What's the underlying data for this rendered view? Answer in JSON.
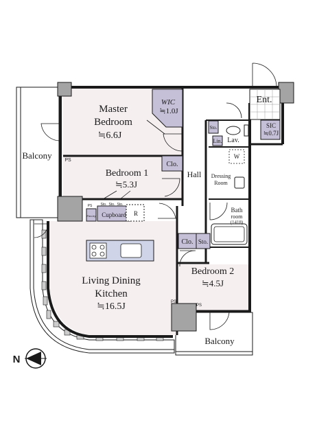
{
  "plan": {
    "rooms": {
      "master": {
        "name_line1": "Master",
        "name_line2": "Bedroom",
        "size": "≒6.6J"
      },
      "bed1": {
        "name": "Bedroom 1",
        "size": "≒5.3J"
      },
      "bed2": {
        "name": "Bedroom 2",
        "size": "≒4.5J"
      },
      "ldk": {
        "name_line1": "Living Dining",
        "name_line2": "Kitchen",
        "size": "≒16.5J"
      },
      "wic": {
        "name": "WIC",
        "size": "≒1.0J"
      },
      "sic": {
        "name": "SIC",
        "size": "≒0.7J"
      },
      "ent": {
        "name": "Ent."
      },
      "hall": {
        "name": "Hall"
      },
      "lav": {
        "name": "Lav."
      },
      "dressing": {
        "line1": "Dressing",
        "line2": "Room"
      },
      "bath": {
        "line1": "Bath",
        "line2": "room",
        "line3": "(1418)"
      },
      "balcony_west": {
        "name": "Balcony"
      },
      "balcony_south": {
        "name": "Balcony"
      }
    },
    "labels": {
      "clo1": "Clo.",
      "clo2": "Clo.",
      "sto1": "Sto.",
      "sto2": "Sto.",
      "sto_a": "Sto.",
      "sto_b": "Sto.",
      "sto_c": "Sto.",
      "lin": "Lin.",
      "ps1": "PS",
      "ps2": "PS",
      "ps3": "PS",
      "ps4": "PS",
      "pantry": "Pan-try",
      "cupboard": "Cupboard",
      "r": "R",
      "w": "W"
    },
    "compass": {
      "letter": "N"
    },
    "colors": {
      "room_fill": "#f5eff0",
      "closet_fill": "#c6bfd8",
      "column_fill": "#a4a4a4",
      "wall": "#1a1a1a",
      "kitchen_counter": "#cfd4e8"
    }
  }
}
